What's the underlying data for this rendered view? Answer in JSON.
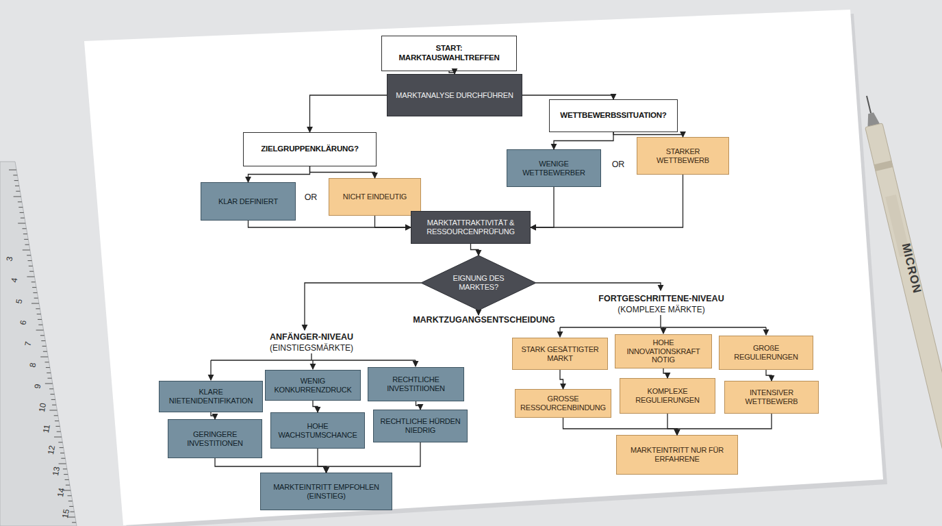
{
  "diagram": {
    "nodes": [
      {
        "text": [
          "START: MARKTAUSWAHLTREFFEN"
        ]
      },
      {
        "text": [
          "MARKTANALYSE DURCHFÜHREN"
        ]
      },
      {
        "text": [
          "ZIELGRUPPENKLÄRUNG?"
        ]
      },
      {
        "text": [
          "WETTBEWERBSSITUATION?"
        ]
      },
      {
        "text": [
          "KLAR DEFINIERT"
        ]
      },
      {
        "text": [
          "NICHT EINDEUTIG"
        ]
      },
      {
        "text": [
          "WENIGE WETTBEWERBER"
        ]
      },
      {
        "text": [
          "STARKER WETTBEWERB"
        ]
      },
      {
        "text": [
          "MARKTATTRAKTIVITÄT & RESSOURCENPRÜFUNG"
        ]
      },
      {
        "text": [
          "EIGNUNG DES MARKTES?"
        ]
      },
      {
        "text": [
          "KLARE NIETENIDENTIFIKATION"
        ]
      },
      {
        "text": [
          "WENIG KONKURRENZDRUCK"
        ]
      },
      {
        "text": [
          "RECHTLICHE INVESTITIIONEN"
        ]
      },
      {
        "text": [
          "GERINGERE INVESTITIONEN"
        ]
      },
      {
        "text": [
          "HOHE WACHSTUMSCHANCE"
        ]
      },
      {
        "text": [
          "RECHTLICHE HÜRDEN NIEDRIG"
        ]
      },
      {
        "text": [
          "MARKTEINTRITT EMPFOHLEN (EINSTIEG)"
        ]
      },
      {
        "text": [
          "STARK GESÄTTIGTER MARKT"
        ]
      },
      {
        "text": [
          "HOHE INNOVATIONSKRAFT NÖTIG"
        ]
      },
      {
        "text": [
          "GROßE REGULIERUNGEN"
        ]
      },
      {
        "text": [
          "GROSSE RESSOURCENBINDUNG"
        ]
      },
      {
        "text": [
          "KOMPLEXE REGULIERUNGEN"
        ]
      },
      {
        "text": [
          "INTENSIVER WETTBEWERB"
        ]
      },
      {
        "text": [
          "MARKTEINTRITT NUR FÜR ERFAHRENE"
        ]
      }
    ],
    "edges": [
      {
        "from": 0,
        "to": 1,
        "arrow": "to"
      },
      {
        "from": 1,
        "to": 2,
        "arrow": "to"
      },
      {
        "from": 1,
        "to": 3,
        "arrow": "to"
      },
      {
        "from": 2,
        "to": 4,
        "arrow": "to"
      },
      {
        "from": 2,
        "to": 5,
        "arrow": "to"
      },
      {
        "from": 3,
        "to": 6,
        "arrow": "to"
      },
      {
        "from": 3,
        "to": 7,
        "arrow": "to"
      },
      {
        "from": 4,
        "to": 8,
        "arrow": "to"
      },
      {
        "from": 5,
        "to": 8,
        "arrow": "to"
      },
      {
        "from": 6,
        "to": 8,
        "arrow": "to"
      },
      {
        "from": 7,
        "to": 8,
        "arrow": "to"
      },
      {
        "from": 8,
        "to": 9,
        "arrow": "to"
      },
      {
        "from": 10,
        "to": 13,
        "arrow": "to"
      },
      {
        "from": 11,
        "to": 14,
        "arrow": "to"
      },
      {
        "from": 12,
        "to": 15,
        "arrow": "to"
      },
      {
        "from": 13,
        "to": 16,
        "arrow": "to"
      },
      {
        "from": 14,
        "to": 16,
        "arrow": "to"
      },
      {
        "from": 15,
        "to": 16,
        "arrow": "to"
      },
      {
        "from": 17,
        "to": 20,
        "arrow": "to"
      },
      {
        "from": 18,
        "to": 21,
        "arrow": "to"
      },
      {
        "from": 19,
        "to": 22,
        "arrow": "to"
      },
      {
        "from": 20,
        "to": 23,
        "arrow": "to"
      },
      {
        "from": 21,
        "to": 23,
        "arrow": "to"
      },
      {
        "from": 22,
        "to": 23,
        "arrow": "to"
      }
    ],
    "labels": [
      "OR",
      "OR",
      "ANFÄNGER-NIVEAU",
      "(EINSTIEGSMÄRKTE)",
      "MARKTZUGANGSENTSCHEIDUNG",
      "FORTGESCHRITTENE-NIVEAU",
      "(KOMPLEXE MÄRKTE)",
      "3",
      "4",
      "5",
      "6",
      "7",
      "8",
      "9",
      "10",
      "11",
      "12",
      "13",
      "14",
      "15",
      "MICRON"
    ]
  }
}
